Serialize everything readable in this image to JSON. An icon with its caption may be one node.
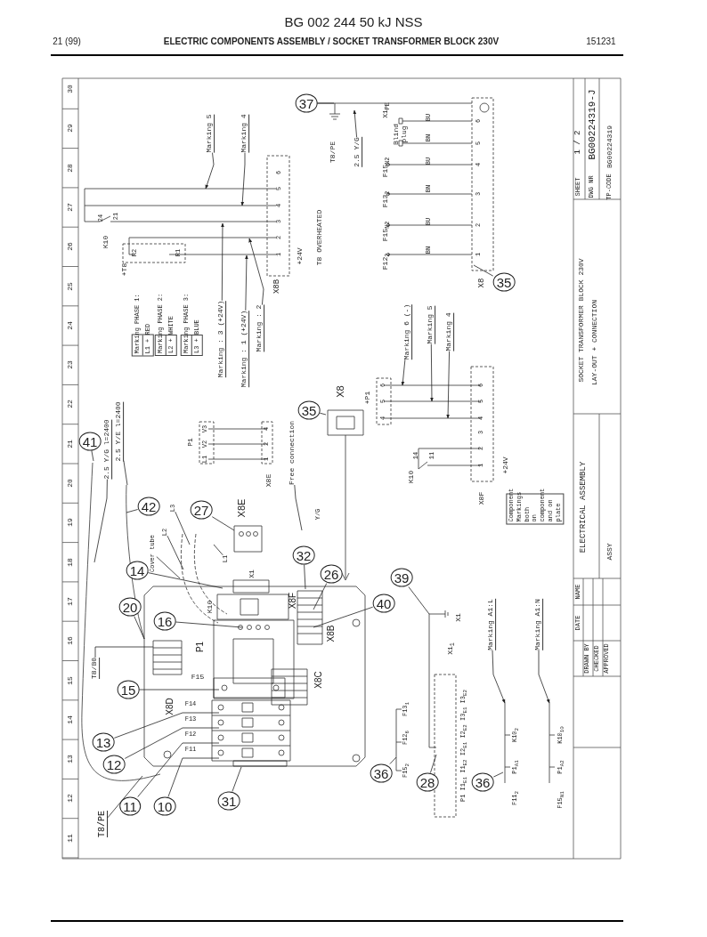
{
  "diagram": {
    "title": "BG 002 244 50 kJ NSS",
    "nodes": [
      {
        "text": [
          "37"
        ]
      },
      {
        "text": [
          "35"
        ]
      },
      {
        "text": [
          "41"
        ]
      },
      {
        "text": [
          "35"
        ]
      },
      {
        "text": [
          "42"
        ]
      },
      {
        "text": [
          "27"
        ]
      },
      {
        "text": [
          "14"
        ]
      },
      {
        "text": [
          "32"
        ]
      },
      {
        "text": [
          "26"
        ]
      },
      {
        "text": [
          "39"
        ]
      },
      {
        "text": [
          "20"
        ]
      },
      {
        "text": [
          "16"
        ]
      },
      {
        "text": [
          "40"
        ]
      },
      {
        "text": [
          "15"
        ]
      },
      {
        "text": [
          "13"
        ]
      },
      {
        "text": [
          "12"
        ]
      },
      {
        "text": [
          "11"
        ]
      },
      {
        "text": [
          "10"
        ]
      },
      {
        "text": [
          "31"
        ]
      },
      {
        "text": [
          "36"
        ]
      },
      {
        "text": [
          "28"
        ]
      },
      {
        "text": [
          "36"
        ]
      },
      {
        "text": [
          "Marking 5"
        ]
      },
      {
        "text": [
          "Marking 4"
        ]
      },
      {
        "text": [
          "Marking : 3 (+24V)"
        ]
      },
      {
        "text": [
          "Marking : 1 (+24V)"
        ]
      },
      {
        "text": [
          "Marking : 2"
        ]
      },
      {
        "text": [
          "Marking 6 (-)"
        ]
      },
      {
        "text": [
          "Marking 5"
        ]
      },
      {
        "text": [
          "Marking 4"
        ]
      },
      {
        "text": [
          "Marking A1:L"
        ]
      },
      {
        "text": [
          "Marking A1:N"
        ]
      },
      {
        "text": [
          "2.5 Y/G"
        ]
      },
      {
        "text": [
          "2.5 Y/G l=2400"
        ]
      },
      {
        "text": [
          "2.5 Y/E l=2400"
        ]
      },
      {
        "text": [
          "L3"
        ]
      },
      {
        "text": [
          "L2"
        ]
      },
      {
        "text": [
          "Cover tube"
        ]
      },
      {
        "text": [
          "L1"
        ]
      },
      {
        "text": [
          "Free connection"
        ]
      },
      {
        "text": [
          "T8/PE"
        ]
      },
      {
        "text": [
          "T8/B0"
        ]
      },
      {
        "text": [
          "Marking PHASE 1:",
          "L1 + RED"
        ]
      },
      {
        "text": [
          "Marking PHASE 2:",
          "L2 + WHITE"
        ]
      },
      {
        "text": [
          "Marking PHASE 3:",
          "L3 + BLUE"
        ]
      },
      {
        "text": [
          "Component Markings both on component and on plate"
        ]
      }
    ],
    "edges": [
      {
        "from": 0,
        "to": null,
        "arrow": "none"
      },
      {
        "from": 1,
        "to": null,
        "arrow": "none"
      },
      {
        "from": 2,
        "to": null,
        "arrow": "none"
      },
      {
        "from": 3,
        "to": null,
        "arrow": "none"
      },
      {
        "from": 4,
        "to": null,
        "arrow": "none"
      },
      {
        "from": 5,
        "to": null,
        "arrow": "none"
      },
      {
        "from": 6,
        "to": null,
        "arrow": "none"
      },
      {
        "from": 7,
        "to": null,
        "arrow": "none"
      },
      {
        "from": 8,
        "to": null,
        "arrow": "none"
      },
      {
        "from": 9,
        "to": null,
        "arrow": "none"
      },
      {
        "from": 10,
        "to": null,
        "arrow": "none"
      },
      {
        "from": 11,
        "to": null,
        "arrow": "none"
      },
      {
        "from": 12,
        "to": null,
        "arrow": "none"
      },
      {
        "from": 13,
        "to": null,
        "arrow": "none"
      },
      {
        "from": 14,
        "to": null,
        "arrow": "none"
      },
      {
        "from": 15,
        "to": null,
        "arrow": "none"
      },
      {
        "from": 16,
        "to": null,
        "arrow": "none"
      },
      {
        "from": 17,
        "to": null,
        "arrow": "none"
      },
      {
        "from": 18,
        "to": null,
        "arrow": "none"
      },
      {
        "from": 19,
        "to": null,
        "arrow": "none"
      },
      {
        "from": 20,
        "to": null,
        "arrow": "none"
      },
      {
        "from": 21,
        "to": null,
        "arrow": "none"
      },
      {
        "from": 22,
        "to": null,
        "arrow": "to"
      },
      {
        "from": 23,
        "to": null,
        "arrow": "to"
      },
      {
        "from": 24,
        "to": null,
        "arrow": "to"
      },
      {
        "from": 25,
        "to": null,
        "arrow": "to"
      },
      {
        "from": 26,
        "to": null,
        "arrow": "to"
      },
      {
        "from": 27,
        "to": null,
        "arrow": "to"
      },
      {
        "from": 28,
        "to": null,
        "arrow": "to"
      },
      {
        "from": 29,
        "to": null,
        "arrow": "to"
      },
      {
        "from": 30,
        "to": null,
        "arrow": "to"
      },
      {
        "from": 31,
        "to": null,
        "arrow": "to"
      },
      {
        "from": 32,
        "to": null,
        "arrow": "to"
      },
      {
        "from": 33,
        "to": null,
        "arrow": "none"
      },
      {
        "from": 34,
        "to": null,
        "arrow": "none"
      },
      {
        "from": 35,
        "to": null,
        "arrow": "none"
      },
      {
        "from": 36,
        "to": null,
        "arrow": "none"
      },
      {
        "from": 37,
        "to": null,
        "arrow": "none"
      },
      {
        "from": 38,
        "to": null,
        "arrow": "none"
      },
      {
        "from": 39,
        "to": null,
        "arrow": "none"
      },
      {
        "from": 40,
        "to": null,
        "arrow": "none"
      },
      {
        "from": 41,
        "to": null,
        "arrow": "none"
      }
    ],
    "labels": [
      "21 (99)",
      "ELECTRIC COMPONENTS ASSEMBLY / SOCKET TRANSFORMER BLOCK 230V",
      "151231",
      "30",
      "29",
      "28",
      "27",
      "26",
      "25",
      "24",
      "23",
      "22",
      "21",
      "20",
      "19",
      "18",
      "17",
      "16",
      "15",
      "14",
      "13",
      "12",
      "11",
      "T8/PE",
      "X1$_{PE}$",
      "Blind plug",
      "BU",
      "BN",
      "BU",
      "BN",
      "BU",
      "BN",
      "6",
      "5",
      "4",
      "3",
      "2",
      "1",
      "X8",
      "F12$_{2}$",
      "F15$_{N2}$",
      "F13$_{2}$",
      "F15$_{N2}$",
      "6",
      "5",
      "4",
      "3",
      "2",
      "1",
      "X8B",
      "T8 OVERHEATED",
      "+24V",
      "K10",
      "24",
      "21",
      "+T8",
      "R2",
      "R1",
      "P1",
      "L1",
      "V2",
      "V3",
      "1",
      "2",
      "4",
      "X8E",
      "+P1",
      "6",
      "5",
      "4",
      "6",
      "5",
      "4",
      "3",
      "2",
      "1",
      "+24V",
      "K10",
      "14",
      "11",
      "X8F",
      "X8",
      "Y/G",
      "X8E",
      "X1",
      "K10",
      "X8F",
      "X8B",
      "P1",
      "X8C",
      "F15",
      "X8D",
      "F14",
      "F13",
      "F12",
      "F11",
      "X1",
      "X1$_{1}$",
      "F15$_{2}$",
      "F12$_{6}$",
      "F13$_{1}$",
      "P1 I1$_{E1}$ I1$_{E2}$ I2$_{E1}$ I2$_{E2}$ I3$_{E1}$ I3$_{E2}$",
      "F11$_{2}$",
      "P1$_{A1}$",
      "K10$_{2}$",
      "F15$_{N1}$",
      "P1$_{A2}$",
      "K10$_{10}$",
      "SHEET",
      "1 / 2",
      "DWG NR",
      "BG00224319-J",
      "TP-CODE",
      "BG00224319",
      "SOCKET TRANSFORMER BLOCK 230V",
      "LAY-OUT + CONNECTION",
      "ELECTRICAL ASSEMBLY",
      "ASSY",
      "NAME",
      "DATE",
      "DRAWN BY",
      "CHECKED",
      "APPROVED"
    ]
  }
}
